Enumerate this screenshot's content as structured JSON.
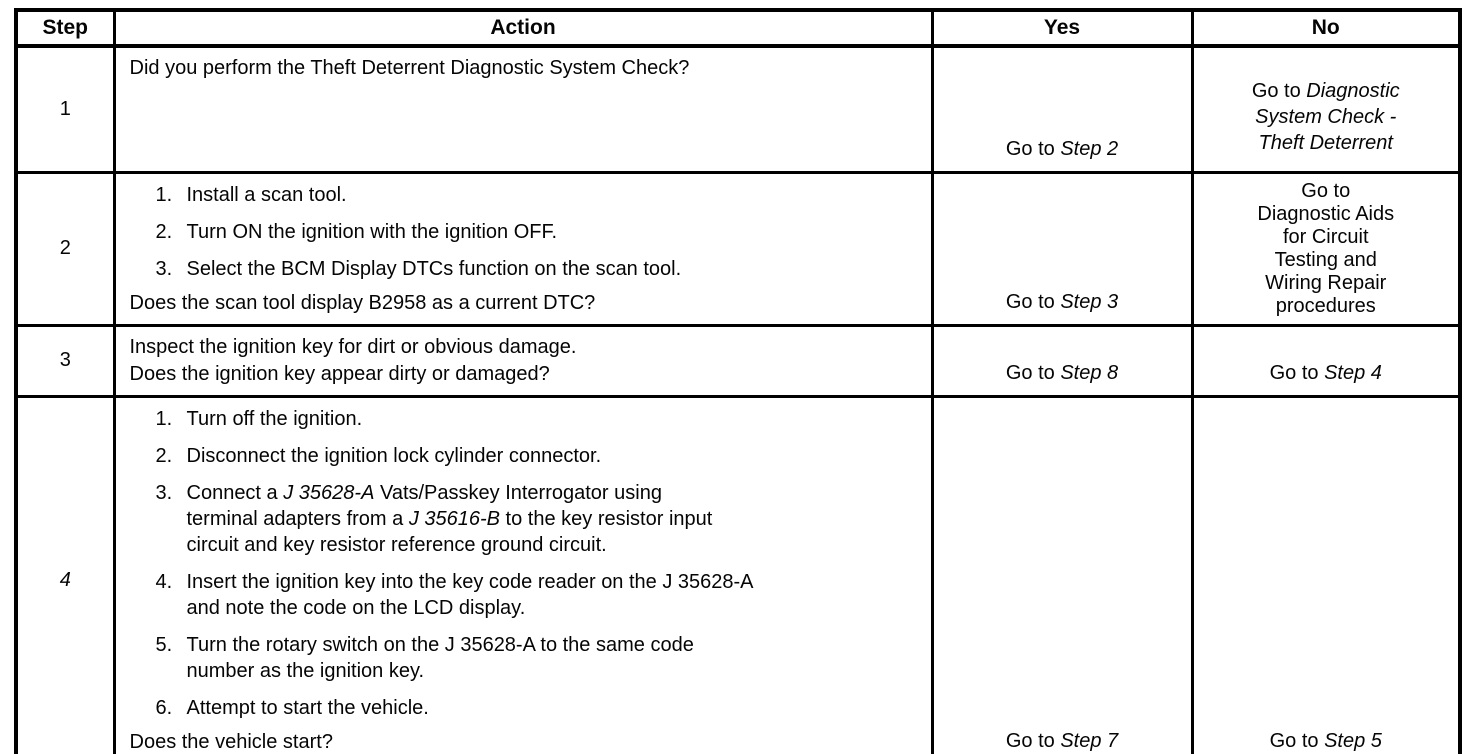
{
  "table": {
    "headers": {
      "step": "Step",
      "action": "Action",
      "yes": "Yes",
      "no": "No"
    },
    "rows": [
      {
        "step": {
          "t": "1",
          "i": false
        },
        "action": {
          "lead": [
            [
              {
                "t": "Did you perform the Theft Deterrent Diagnostic System Check?"
              }
            ]
          ],
          "items": [],
          "question": null
        },
        "yes": {
          "lines": [
            [
              {
                "t": "Go to "
              },
              {
                "t": "Step 2",
                "i": true
              }
            ]
          ]
        },
        "no": {
          "lines": [
            [
              {
                "t": "Go to "
              },
              {
                "t": "Diagnostic",
                "i": true
              }
            ],
            [
              {
                "t": "System Check -",
                "i": true
              }
            ],
            [
              {
                "t": "Theft Deterrent",
                "i": true
              }
            ]
          ]
        }
      },
      {
        "step": {
          "t": "2",
          "i": false
        },
        "action": {
          "lead": [],
          "items": [
            {
              "n": "1.",
              "lines": [
                [
                  {
                    "t": "Install a scan tool."
                  }
                ]
              ]
            },
            {
              "n": "2.",
              "lines": [
                [
                  {
                    "t": "Turn ON the ignition with the ignition OFF."
                  }
                ]
              ]
            },
            {
              "n": "3.",
              "lines": [
                [
                  {
                    "t": "Select the BCM Display DTCs function on the scan tool."
                  }
                ]
              ]
            }
          ],
          "question": [
            {
              "t": "Does the scan tool display B2958 as a current DTC?"
            }
          ]
        },
        "yes": {
          "lines": [
            [
              {
                "t": "Go to "
              },
              {
                "t": "Step 3",
                "i": true
              }
            ]
          ]
        },
        "no": {
          "lines": [
            [
              {
                "t": "Go to"
              }
            ],
            [
              {
                "t": "Diagnostic Aids"
              }
            ],
            [
              {
                "t": "for Circuit"
              }
            ],
            [
              {
                "t": "Testing and"
              }
            ],
            [
              {
                "t": "Wiring Repair"
              }
            ],
            [
              {
                "t": "procedures"
              }
            ]
          ]
        }
      },
      {
        "step": {
          "t": "3",
          "i": false
        },
        "action": {
          "lead": [
            [
              {
                "t": "Inspect the ignition key for dirt or obvious damage."
              }
            ]
          ],
          "items": [],
          "question": [
            {
              "t": "Does the ignition key appear dirty or damaged?"
            }
          ]
        },
        "yes": {
          "lines": [
            [
              {
                "t": "Go to "
              },
              {
                "t": "Step 8",
                "i": true
              }
            ]
          ]
        },
        "no": {
          "lines": [
            [
              {
                "t": "Go to "
              },
              {
                "t": "Step 4",
                "i": true
              }
            ]
          ]
        }
      },
      {
        "step": {
          "t": "4",
          "i": true
        },
        "action": {
          "lead": [],
          "items": [
            {
              "n": "1.",
              "lines": [
                [
                  {
                    "t": "Turn off the ignition."
                  }
                ]
              ]
            },
            {
              "n": "2.",
              "lines": [
                [
                  {
                    "t": "Disconnect the ignition lock cylinder connector."
                  }
                ]
              ]
            },
            {
              "n": "3.",
              "lines": [
                [
                  {
                    "t": "Connect a "
                  },
                  {
                    "t": "J 35628-A",
                    "i": true
                  },
                  {
                    "t": " Vats/Passkey Interrogator using"
                  }
                ],
                [
                  {
                    "t": "terminal adapters from a "
                  },
                  {
                    "t": "J 35616-B",
                    "i": true
                  },
                  {
                    "t": " to the key resistor input"
                  }
                ],
                [
                  {
                    "t": "circuit and key resistor reference ground circuit."
                  }
                ]
              ]
            },
            {
              "n": "4.",
              "lines": [
                [
                  {
                    "t": "Insert the ignition key into the key code reader on the J 35628-A"
                  }
                ],
                [
                  {
                    "t": "and note the code on the LCD display."
                  }
                ]
              ]
            },
            {
              "n": "5.",
              "lines": [
                [
                  {
                    "t": "Turn the rotary switch on the J 35628-A to the same code"
                  }
                ],
                [
                  {
                    "t": "number as the ignition key."
                  }
                ]
              ]
            },
            {
              "n": "6.",
              "lines": [
                [
                  {
                    "t": "Attempt to start the vehicle."
                  }
                ]
              ]
            }
          ],
          "question": [
            {
              "t": "Does the vehicle start?"
            }
          ]
        },
        "yes": {
          "lines": [
            [
              {
                "t": "Go to "
              },
              {
                "t": "Step 7",
                "i": true
              }
            ]
          ]
        },
        "no": {
          "lines": [
            [
              {
                "t": "Go to "
              },
              {
                "t": "Step 5",
                "i": true
              }
            ]
          ]
        }
      }
    ]
  }
}
